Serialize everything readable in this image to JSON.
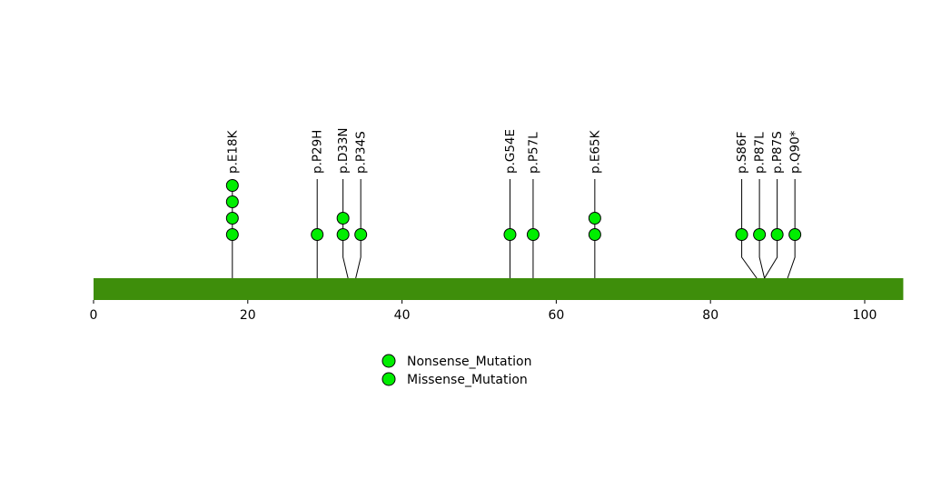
{
  "chart_data": {
    "type": "lollipop",
    "title": "",
    "xlabel": "",
    "ylabel": "",
    "protein_length": 105,
    "axis": {
      "min": 0,
      "max": 105,
      "ticks": [
        0,
        20,
        40,
        60,
        80,
        100
      ]
    },
    "colors": {
      "bar": "#3E8E0B",
      "point": "#00EE00",
      "point_stroke": "#000000",
      "stem": "#000000",
      "text": "#000000",
      "background": "#FFFFFF"
    },
    "mutations": [
      {
        "label": "p.E18K",
        "position": 18,
        "count": 4
      },
      {
        "label": "p.P29H",
        "position": 29,
        "count": 1
      },
      {
        "label": "p.D33N",
        "position": 33,
        "count": 2
      },
      {
        "label": "p.P34S",
        "position": 34,
        "count": 1
      },
      {
        "label": "p.G54E",
        "position": 54,
        "count": 1
      },
      {
        "label": "p.P57L",
        "position": 57,
        "count": 1
      },
      {
        "label": "p.E65K",
        "position": 65,
        "count": 2
      },
      {
        "label": "p.S86F",
        "position": 86,
        "count": 1
      },
      {
        "label": "p.P87L",
        "position": 87,
        "count": 1
      },
      {
        "label": "p.P87S",
        "position": 87,
        "count": 1
      },
      {
        "label": "p.Q90*",
        "position": 90,
        "count": 1
      }
    ],
    "legend": [
      {
        "label": "Nonsense_Mutation",
        "color": "#00EE00"
      },
      {
        "label": "Missense_Mutation",
        "color": "#00EE00"
      }
    ]
  }
}
